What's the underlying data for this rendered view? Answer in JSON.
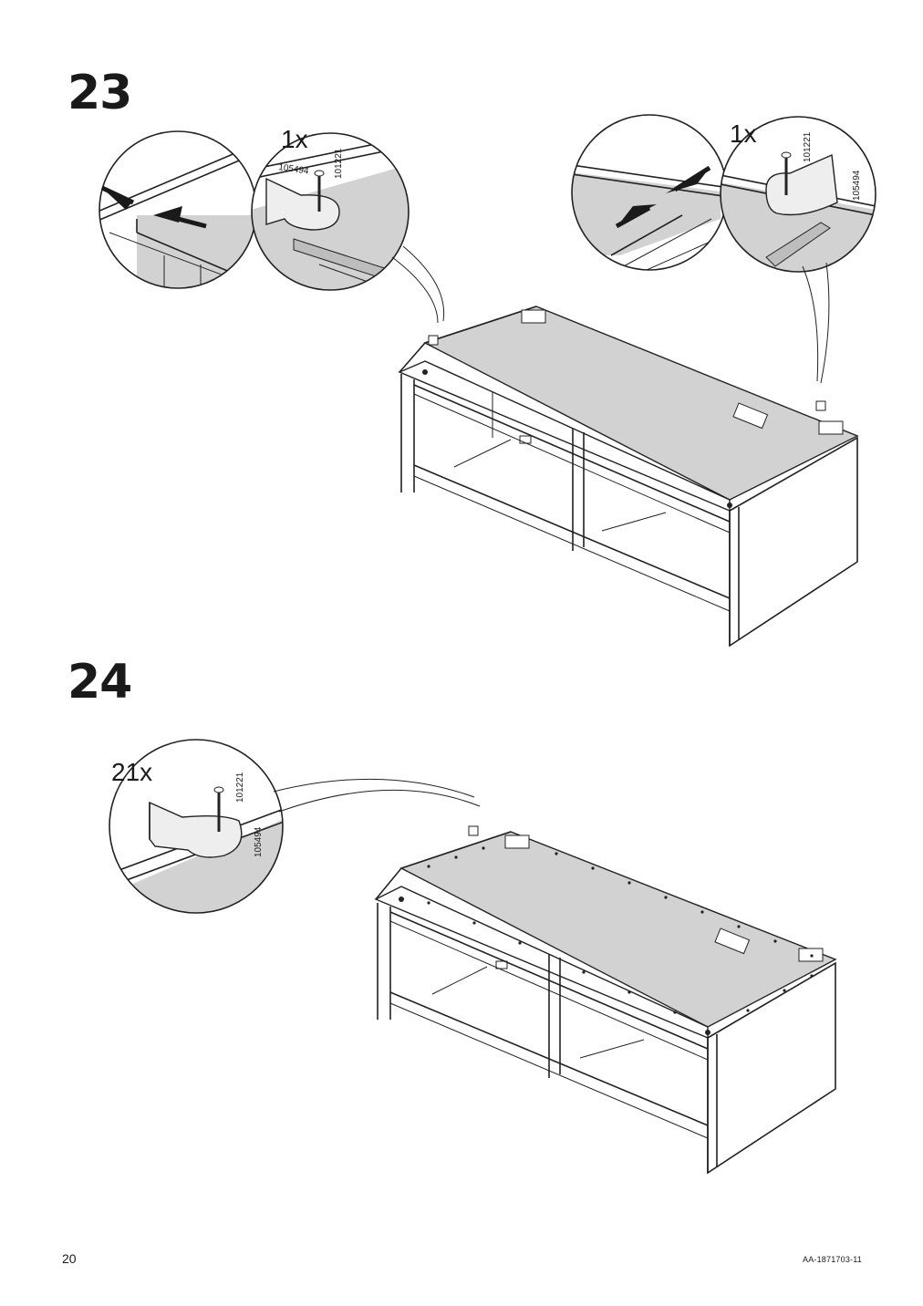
{
  "steps": [
    {
      "number": "23",
      "callouts": [
        {
          "quantity": "1x",
          "part_a": "105494",
          "part_b": "101221"
        },
        {
          "quantity": "1x",
          "part_a": "101221",
          "part_b": "105494"
        }
      ]
    },
    {
      "number": "24",
      "callouts": [
        {
          "quantity": "21x",
          "part_a": "101221",
          "part_b": "105494"
        }
      ]
    }
  ],
  "footer": {
    "page_number": "20",
    "document_code": "AA-1871703-11"
  }
}
